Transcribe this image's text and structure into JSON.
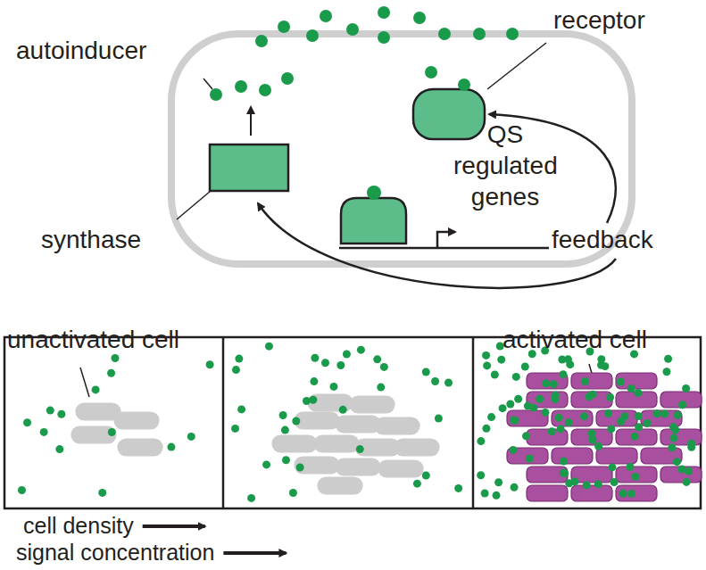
{
  "diagram": {
    "labels": [
      "autoinducer",
      "receptor",
      "QS regulated genes",
      "synthase",
      "feedback",
      "unactivated cell",
      "activated cell",
      "cell density",
      "signal concentration"
    ]
  }
}
